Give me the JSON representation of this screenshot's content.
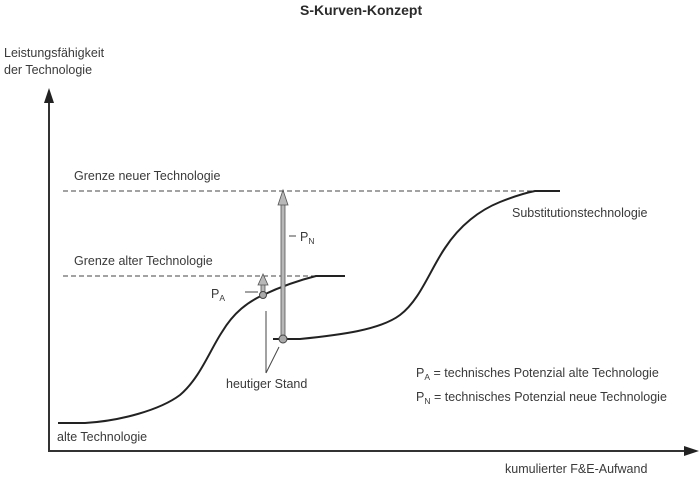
{
  "title": "S-Kurven-Konzept",
  "y_axis": {
    "label_line1": "Leistungsfähigkeit",
    "label_line2": "der Technologie"
  },
  "x_axis": {
    "label": "kumulierter F&E-Aufwand"
  },
  "limits": {
    "new_label": "Grenze neuer Technologie",
    "old_label": "Grenze alter Technologie"
  },
  "curves": {
    "old_label": "alte Technologie",
    "new_label": "Substitutionstechnologie"
  },
  "markers": {
    "pa_letter": "P",
    "pa_sub": "A",
    "pn_letter": "P",
    "pn_sub": "N",
    "current_state": "heutiger Stand"
  },
  "legend": [
    {
      "letter": "P",
      "sub": "A",
      "text": "= technisches Potenzial alte Technologie"
    },
    {
      "letter": "P",
      "sub": "N",
      "text": "= technisches Potenzial neue Technologie"
    }
  ],
  "colors": {
    "line": "#222222",
    "arrow_fill": "#b8b8b8",
    "arrow_stroke": "#555555",
    "dash": "#444444"
  },
  "chart_data": {
    "type": "line",
    "title": "S-Kurven-Konzept",
    "xlabel": "kumulierter F&E-Aufwand",
    "ylabel": "Leistungsfähigkeit der Technologie",
    "series": [
      {
        "name": "alte Technologie",
        "shape": "S-curve",
        "saturates_at": "Grenze alter Technologie"
      },
      {
        "name": "Substitutionstechnologie",
        "shape": "S-curve",
        "saturates_at": "Grenze neuer Technologie"
      }
    ],
    "annotations": [
      "Grenze neuer Technologie",
      "Grenze alter Technologie",
      "P_A",
      "P_N",
      "heutiger Stand"
    ],
    "grid": false
  }
}
